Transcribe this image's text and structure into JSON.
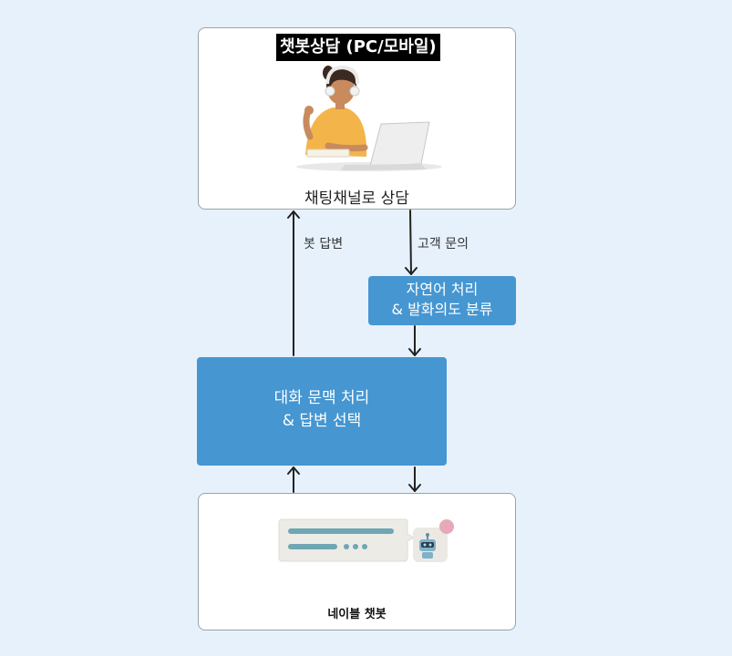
{
  "diagram": {
    "top_box": {
      "title": "챗봇상담 (PC/모바일)",
      "caption": "채팅채널로 상담"
    },
    "edges": {
      "bot_answer_label": "봇 답변",
      "customer_inquiry_label": "고객 문의"
    },
    "nlp_box": {
      "line1": "자연어 처리",
      "line2": "& 발화의도 분류"
    },
    "dialog_box": {
      "line1": "대화 문맥 처리",
      "line2": "& 답변 선택"
    },
    "bottom_box": {
      "caption": "네이블 챗봇"
    },
    "colors": {
      "background": "#e6f1fc",
      "process_box": "#4596d1",
      "arrow": "#222222"
    }
  }
}
